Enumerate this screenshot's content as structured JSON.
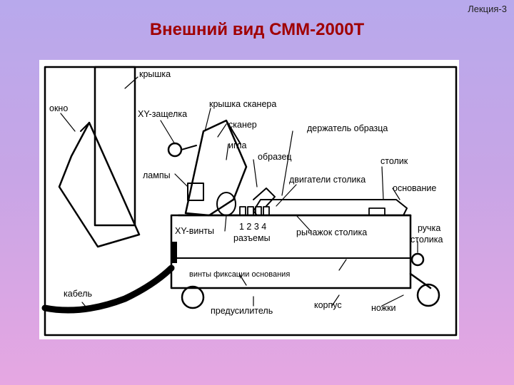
{
  "header": {
    "lecture": "Лекция-3",
    "title": "Внешний вид СММ-2000Т"
  },
  "labels": {
    "kryshka": "крышка",
    "okno": "окно",
    "xy_zashchelka": "XY-защелка",
    "kryshka_skanera": "крышка сканера",
    "skaner": "сканер",
    "derzhatel": "держатель образца",
    "igla": "игла",
    "obrazec": "образец",
    "stolik": "столик",
    "lampy": "лампы",
    "dvigateli": "двигатели столика",
    "osnovanie": "основание",
    "xy_vinty": "XY-винты",
    "razemy_nums": "1 2 3 4",
    "razemy": "разъемы",
    "rychazhok": "рычажок столика",
    "ruchka_1": "ручка",
    "ruchka_2": "столика",
    "vinty_fiksacii": "винты фиксации основания",
    "kabel": "кабель",
    "predusilitel": "предусилитель",
    "korpus": "корпус",
    "nozhki": "ножки"
  }
}
